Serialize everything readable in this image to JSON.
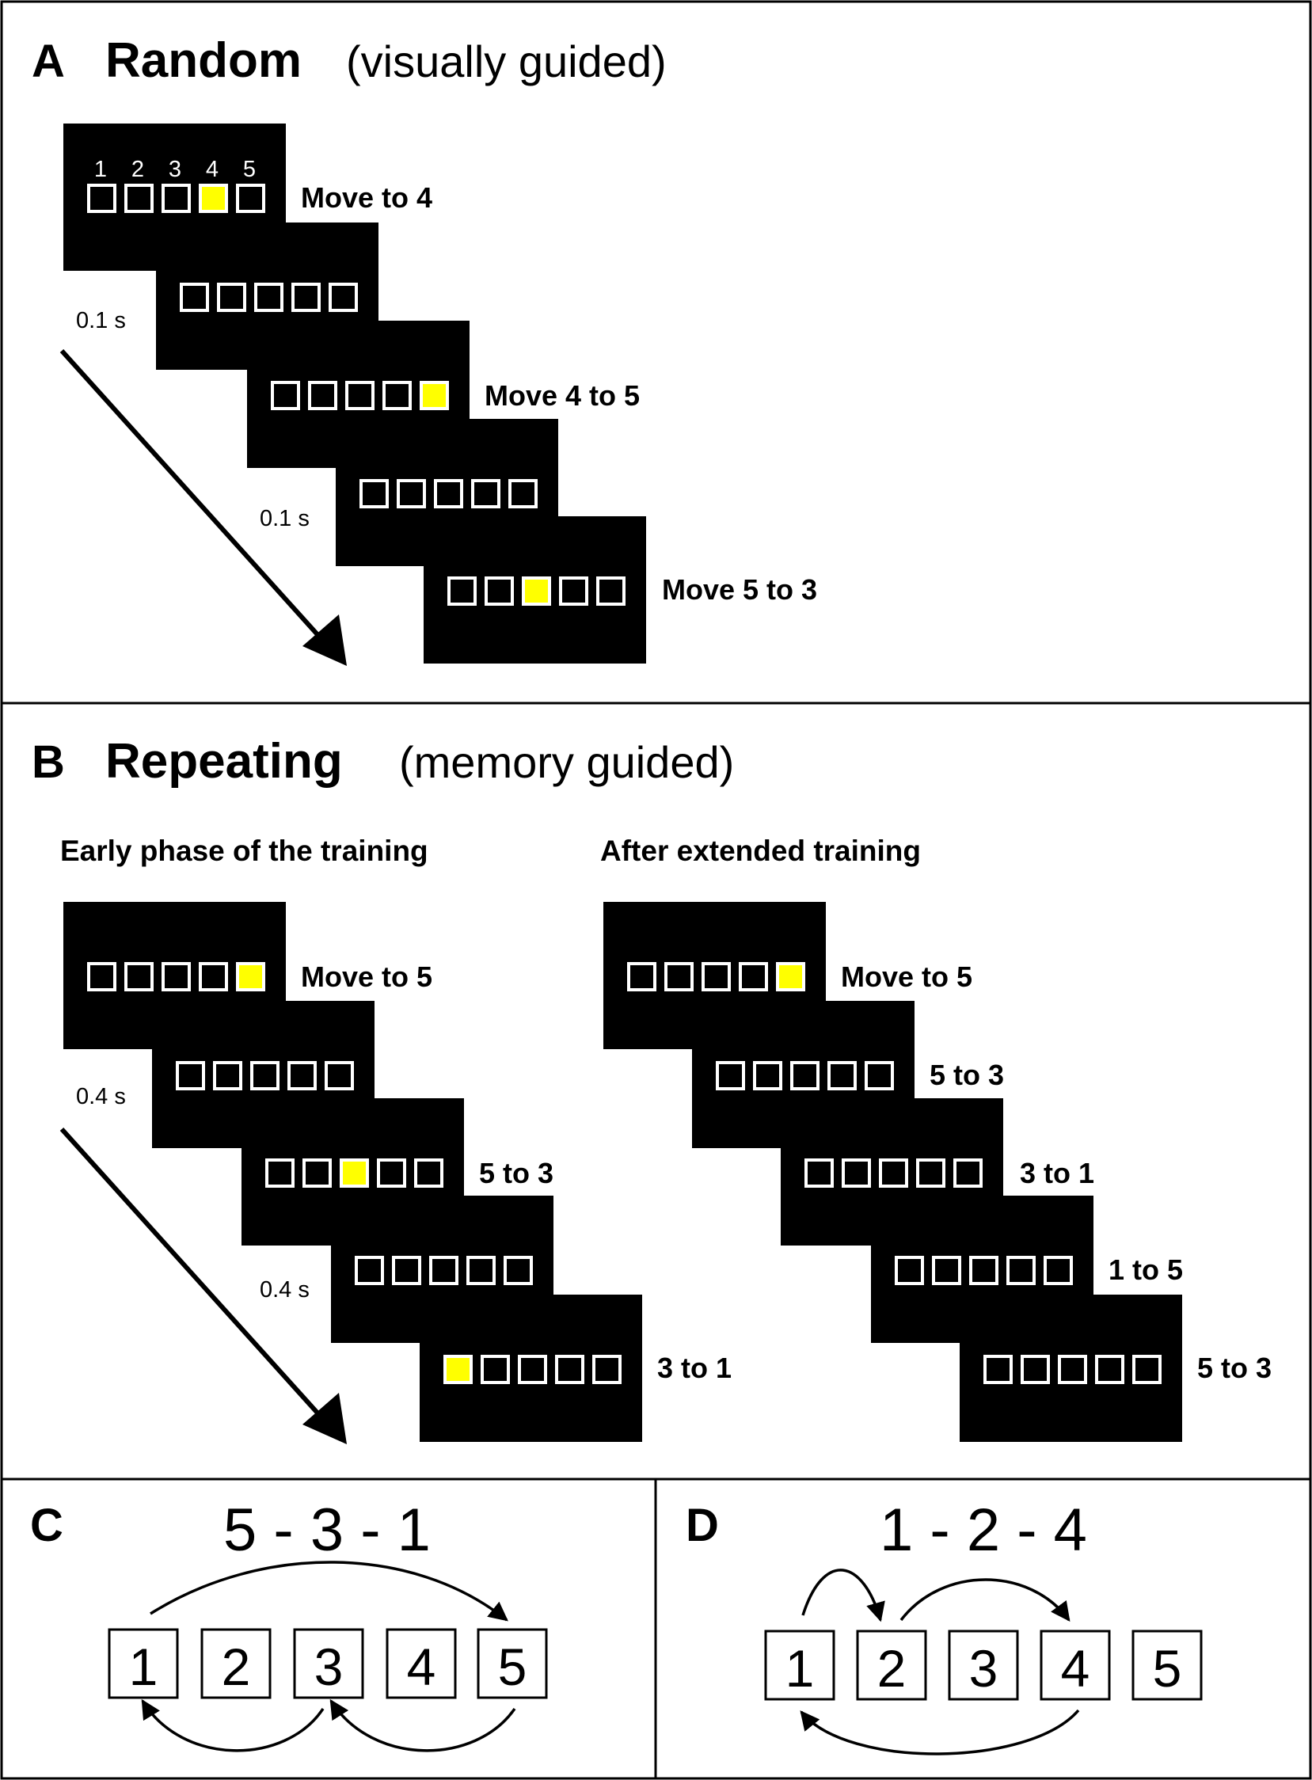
{
  "colors": {
    "screen": "#000000",
    "slot_border": "#ffffff",
    "highlight": "#ffff00",
    "ink": "#000000",
    "paper": "#ffffff"
  },
  "panel_a": {
    "letter": "A",
    "title": "Random",
    "subtitle": "(visually guided)",
    "slot_numbers": [
      "1",
      "2",
      "3",
      "4",
      "5"
    ],
    "interval_1": "0.1 s",
    "interval_2": "0.1 s",
    "screens": [
      {
        "highlight": 4,
        "label": "Move to 4"
      },
      {
        "highlight": 0,
        "label": ""
      },
      {
        "highlight": 5,
        "label": "Move 4 to 5"
      },
      {
        "highlight": 0,
        "label": ""
      },
      {
        "highlight": 3,
        "label": "Move 5 to 3"
      }
    ]
  },
  "panel_b": {
    "letter": "B",
    "title": "Repeating",
    "subtitle": "(memory guided)",
    "early": {
      "heading": "Early phase of the training",
      "interval_1": "0.4 s",
      "interval_2": "0.4 s",
      "screens": [
        {
          "highlight": 5,
          "label": "Move to 5"
        },
        {
          "highlight": 0,
          "label": ""
        },
        {
          "highlight": 3,
          "label": "5 to 3"
        },
        {
          "highlight": 0,
          "label": ""
        },
        {
          "highlight": 1,
          "label": "3 to 1"
        }
      ]
    },
    "extended": {
      "heading": "After extended training",
      "screens": [
        {
          "highlight": 5,
          "label": "Move to 5"
        },
        {
          "highlight": 0,
          "label": "5 to 3"
        },
        {
          "highlight": 0,
          "label": "3 to 1"
        },
        {
          "highlight": 0,
          "label": "1 to 5"
        },
        {
          "highlight": 0,
          "label": "5 to 3"
        }
      ]
    }
  },
  "panel_c": {
    "letter": "C",
    "sequence": "5 - 3 - 1",
    "boxes": [
      "1",
      "2",
      "3",
      "4",
      "5"
    ]
  },
  "panel_d": {
    "letter": "D",
    "sequence": "1 - 2 - 4",
    "boxes": [
      "1",
      "2",
      "3",
      "4",
      "5"
    ]
  }
}
